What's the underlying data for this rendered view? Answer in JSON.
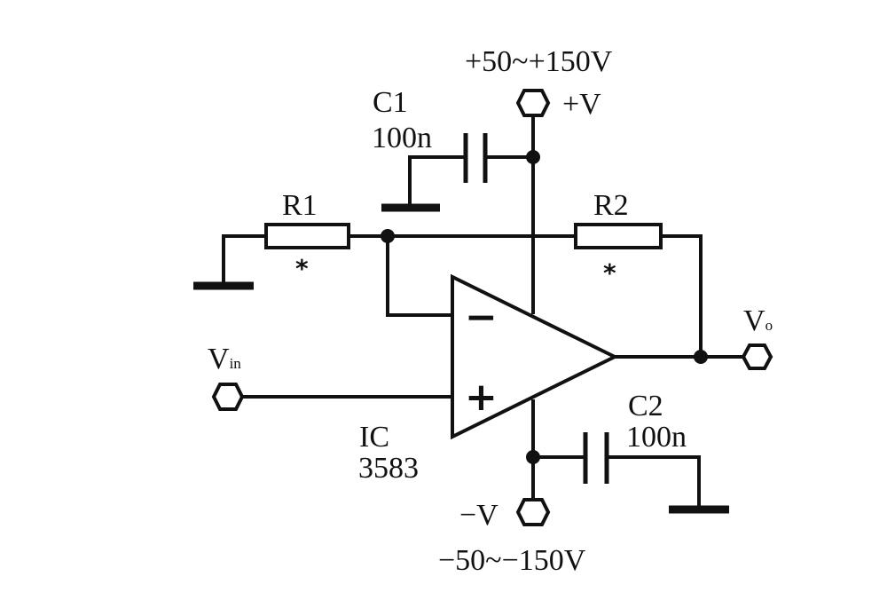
{
  "supply_positive": {
    "range": "+50~+150V",
    "terminal": "+V"
  },
  "supply_negative": {
    "range": "−50~−150V",
    "terminal": "−V"
  },
  "c1": {
    "name": "C1",
    "value": "100n"
  },
  "c2": {
    "name": "C2",
    "value": "100n"
  },
  "r1": {
    "name": "R1",
    "mark": "*"
  },
  "r2": {
    "name": "R2",
    "mark": "*"
  },
  "opamp": {
    "name": "IC",
    "part": "3583",
    "inverting_sign": "−",
    "noninverting_sign": "+"
  },
  "input": {
    "base": "V",
    "sub": "in"
  },
  "output": {
    "base": "V",
    "sub": "o"
  }
}
